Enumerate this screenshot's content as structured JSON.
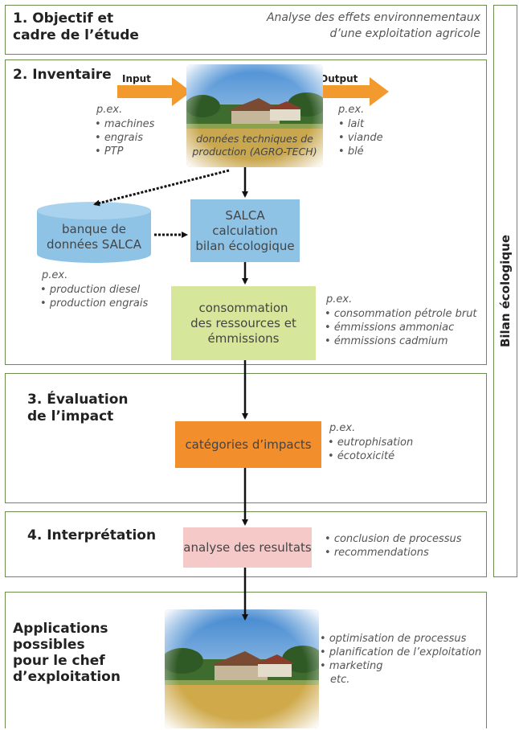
{
  "section1": {
    "title": "1. Objectif et\ncadre de l’étude",
    "subtitle_line1": "Analyse des effets environnementaux",
    "subtitle_line2": "d’une exploitation agricole"
  },
  "section2": {
    "title": "2. Inventaire",
    "input_label": "Input",
    "output_label": "Output",
    "input_examples_header": "p.ex.",
    "input_examples": [
      "machines",
      "engrais",
      "PTP"
    ],
    "output_examples_header": "p.ex.",
    "output_examples": [
      "lait",
      "viande",
      "blé"
    ],
    "photo_caption": "données techniques de\nproduction (AGRO-TECH)",
    "database_label": "banque de\ndonnées SALCA",
    "database_examples_header": "p.ex.",
    "database_examples": [
      "production diesel",
      "production engrais"
    ],
    "salca_box": "SALCA\ncalculation\nbilan écologique",
    "consumption_box": "consommation\ndes ressources et\némmissions",
    "consumption_examples_header": "p.ex.",
    "consumption_examples": [
      "consommation pétrole brut",
      "émmissions ammoniac",
      "émmissions cadmium"
    ]
  },
  "section3": {
    "title": "3. Évaluation\nde l’impact",
    "impact_box": "catégories d’impacts",
    "examples_header": "p.ex.",
    "examples": [
      "eutrophisation",
      "écotoxicité"
    ]
  },
  "section4": {
    "title": "4. Interprétation",
    "analysis_box": "analyse des resultats",
    "examples": [
      "conclusion de processus",
      "recommendations"
    ]
  },
  "applications": {
    "title": "Applications\npossibles\npour le chef\nd’exploitation",
    "examples": [
      "optimisation de processus",
      "planification de l’exploitation",
      "marketing"
    ],
    "etc": "etc."
  },
  "side_label": "Bilan écologique",
  "colors": {
    "border": "#6b8e4e",
    "input_arrow": "#f29a2e",
    "salca_box": "#8ec3e6",
    "database": "#8ec3e6",
    "consumption_box": "#d6e69a",
    "impact_box": "#f28e2b",
    "analysis_box": "#f6c9c9"
  }
}
